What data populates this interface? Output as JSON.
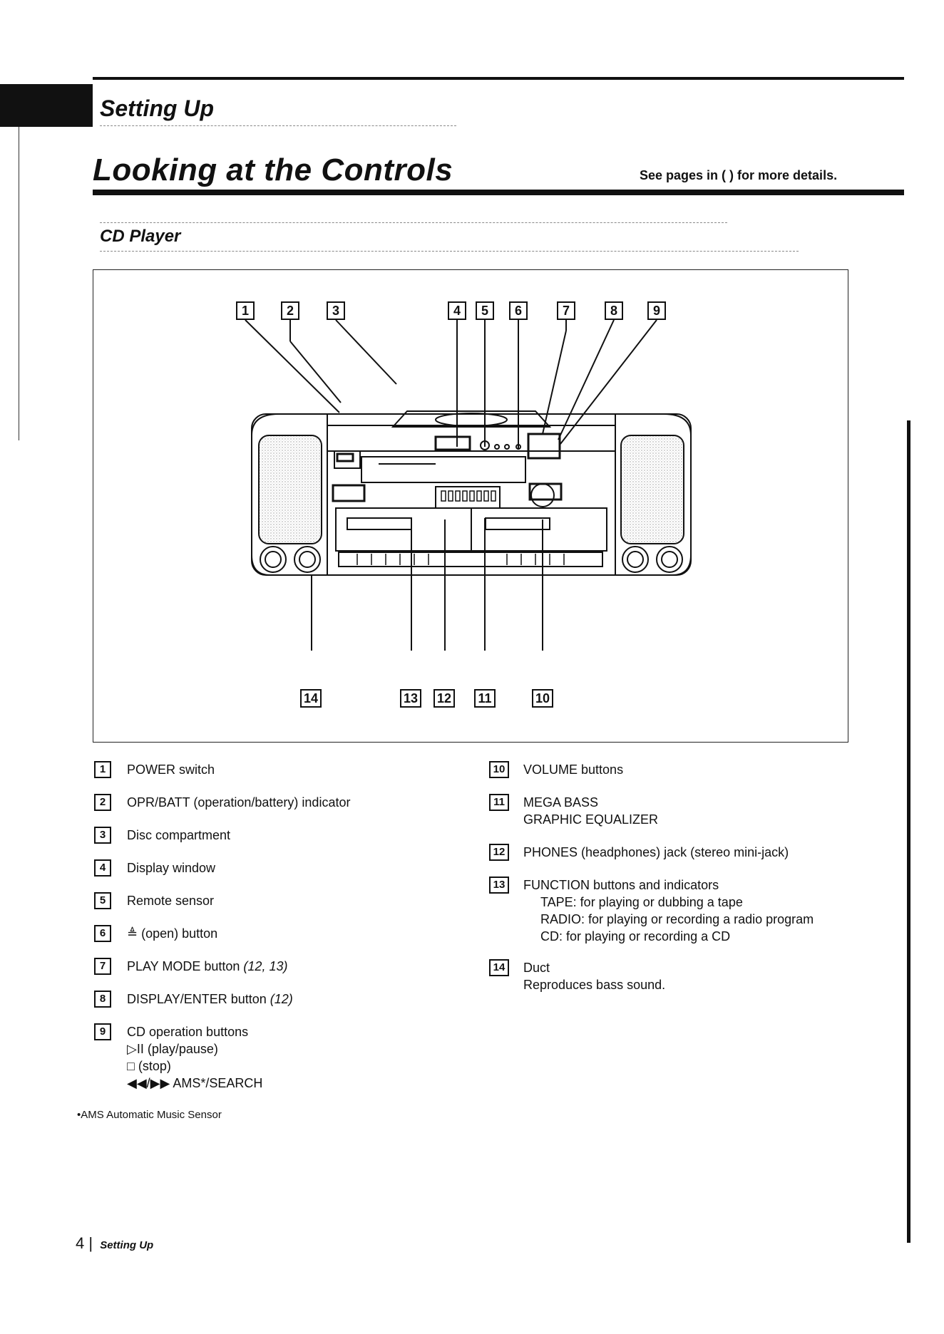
{
  "header": {
    "section": "Setting Up",
    "title": "Looking at the Controls",
    "see_pages": "See pages in (    ) for more details.",
    "subsection": "CD Player"
  },
  "figure": {
    "callouts_top": [
      "1",
      "2",
      "3",
      "4",
      "5",
      "6",
      "7",
      "8",
      "9"
    ],
    "callouts_bottom": [
      "14",
      "13",
      "12",
      "11",
      "10"
    ]
  },
  "legend": {
    "left": [
      {
        "num": "1",
        "text": "POWER switch",
        "ref": ""
      },
      {
        "num": "2",
        "text": "OPR/BATT (operation/battery) indicator",
        "ref": ""
      },
      {
        "num": "3",
        "text": "Disc compartment",
        "ref": ""
      },
      {
        "num": "4",
        "text": "Display window",
        "ref": ""
      },
      {
        "num": "5",
        "text": "Remote sensor",
        "ref": ""
      },
      {
        "num": "6",
        "text": "≜ (open) button",
        "ref": ""
      },
      {
        "num": "7",
        "text": "PLAY MODE button ",
        "ref": "(12, 13)"
      },
      {
        "num": "8",
        "text": "DISPLAY/ENTER button ",
        "ref": "(12)"
      },
      {
        "num": "9",
        "text": "CD operation buttons",
        "ref": "",
        "sub": [
          "▷II (play/pause)",
          "□ (stop)",
          "◀◀/▶▶ AMS*/SEARCH"
        ]
      }
    ],
    "right": [
      {
        "num": "10",
        "text": "VOLUME buttons"
      },
      {
        "num": "11",
        "text": "MEGA BASS",
        "line2": "GRAPHIC EQUALIZER"
      },
      {
        "num": "12",
        "text": "PHONES (headphones) jack (stereo mini-jack)"
      },
      {
        "num": "13",
        "text": "FUNCTION buttons and indicators",
        "sub": [
          "TAPE: for playing or dubbing a tape",
          "RADIO: for playing or recording a radio program",
          "CD: for playing or recording a CD"
        ]
      },
      {
        "num": "14",
        "text": "Duct",
        "line2": "Reproduces bass sound."
      }
    ]
  },
  "note": "•AMS   Automatic Music Sensor",
  "footer": {
    "page": "4",
    "label": "Setting Up"
  }
}
